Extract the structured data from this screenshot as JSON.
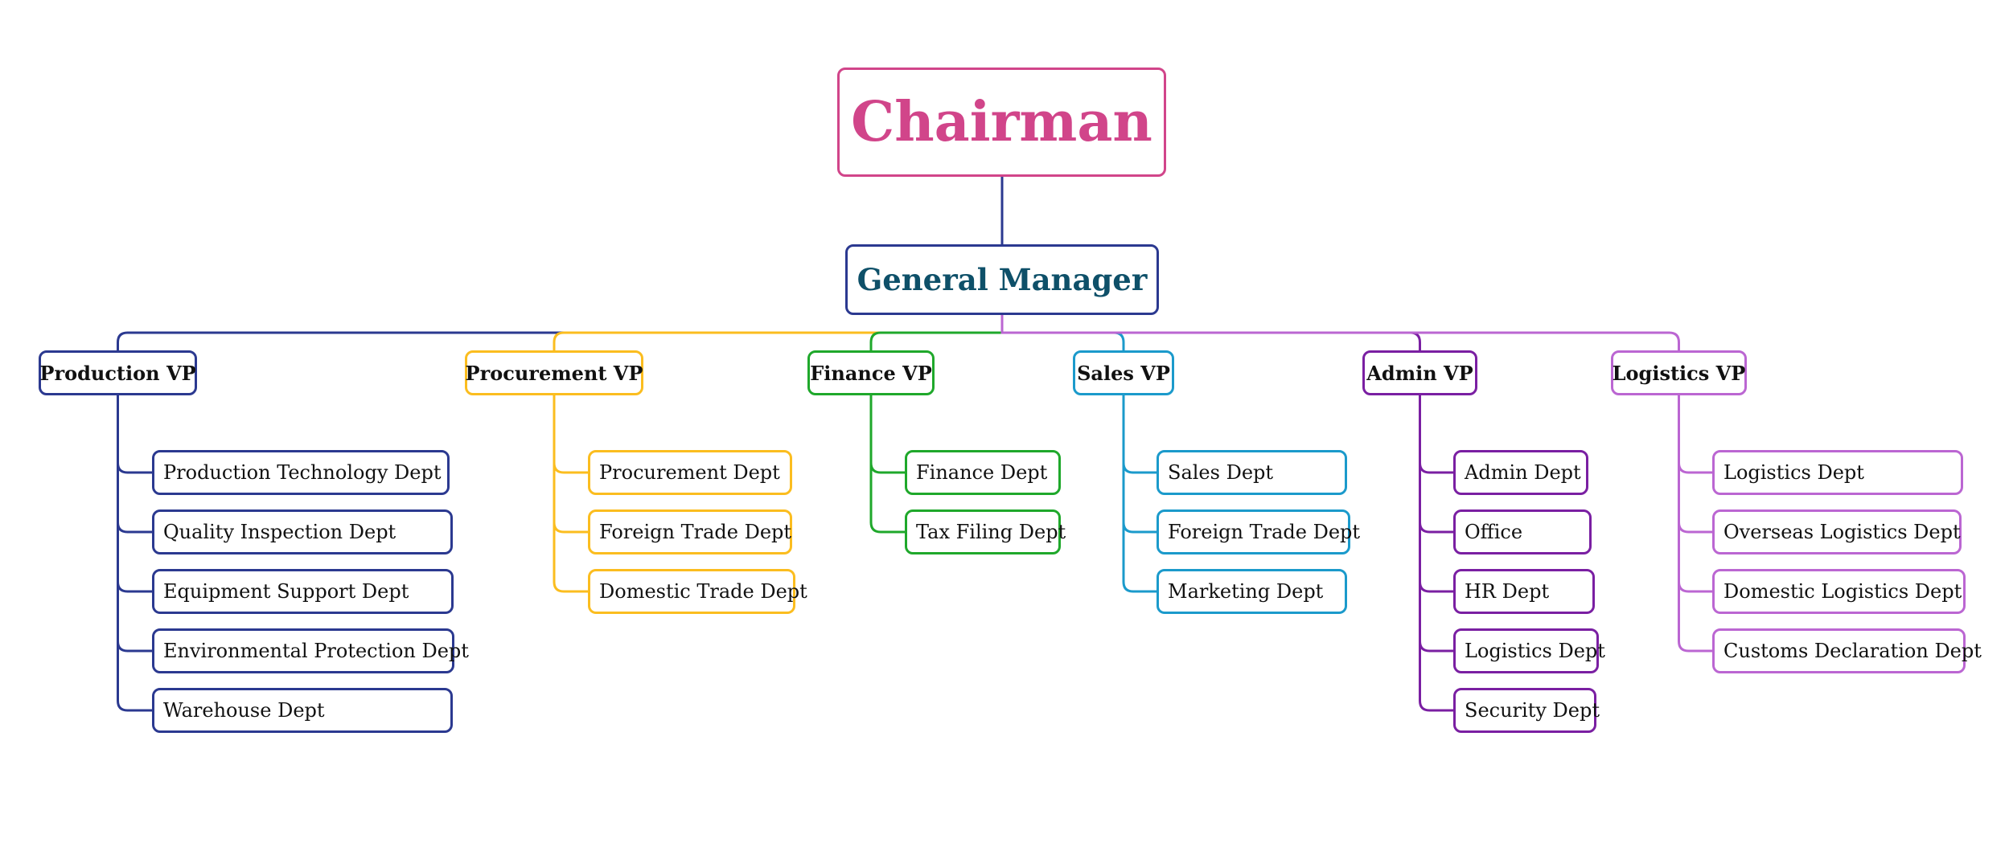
{
  "org_chart": {
    "root": {
      "label": "Chairman",
      "color": "#d1458a"
    },
    "general_manager": {
      "label": "General Manager",
      "color": "#2b3990",
      "text_color": "#0e5069"
    },
    "divisions": [
      {
        "label": "Production VP",
        "color": "#2b3990",
        "departments": [
          "Production Technology Dept",
          "Quality Inspection Dept",
          "Equipment Support Dept",
          "Environmental Protection Dept",
          "Warehouse Dept"
        ]
      },
      {
        "label": "Procurement VP",
        "color": "#fbbd1f",
        "departments": [
          "Procurement Dept",
          "Foreign Trade Dept",
          "Domestic Trade Dept"
        ]
      },
      {
        "label": "Finance VP",
        "color": "#1fa82b",
        "departments": [
          "Finance Dept",
          "Tax Filing Dept"
        ]
      },
      {
        "label": "Sales VP",
        "color": "#1b9acb",
        "departments": [
          "Sales Dept",
          "Foreign Trade Dept",
          "Marketing Dept"
        ]
      },
      {
        "label": "Admin VP",
        "color": "#7a1fa2",
        "departments": [
          "Admin Dept",
          "Office",
          "HR Dept",
          "Logistics Dept",
          "Security Dept"
        ]
      },
      {
        "label": "Logistics VP",
        "color": "#bb66d2",
        "departments": [
          "Logistics Dept",
          "Overseas Logistics Dept",
          "Domestic Logistics Dept",
          "Customs Declaration Dept"
        ]
      }
    ]
  }
}
